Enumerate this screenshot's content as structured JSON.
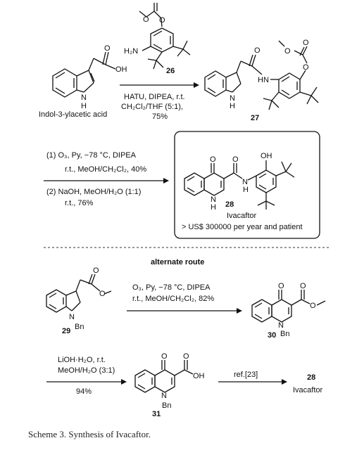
{
  "compounds": {
    "indole_acid_label": "Indol-3-ylacetic acid",
    "c26": "26",
    "c27": "27",
    "c28": "28",
    "c29": "29",
    "c30": "30",
    "c31": "31",
    "c28_final": "28"
  },
  "atoms": {
    "OH": "OH",
    "O": "O",
    "N": "N",
    "H": "H",
    "H2N": "H₂N",
    "HN": "HN",
    "Bn": "Bn"
  },
  "step1": {
    "line1": "HATU, DIPEA, r.t.",
    "line2": "CH₂Cl₂/THF (5:1),",
    "line3": "75%"
  },
  "step2": {
    "line1": "(1) O₃, Py, −78 °C, DIPEA",
    "line2": "r.t., MeOH/CH₂Cl₂, 40%",
    "line3": "(2) NaOH, MeOH/H₂O (1:1)",
    "line4": "r.t., 76%"
  },
  "ivacaftor_box": {
    "name": "Ivacaftor",
    "price": "> US$ 300000 per year and patient"
  },
  "alternate_route": "alternate route",
  "step3": {
    "line1": "O₃, Py, −78 °C, DIPEA",
    "line2": "r.t., MeOH/CH₂Cl₂, 82%"
  },
  "step4": {
    "line1": "LiOH·H₂O, r.t.",
    "line2": "MeOH/H₂O (3:1)",
    "line3": "94%"
  },
  "step5": {
    "ref": "ref.[23]"
  },
  "final_label": "Ivacaftor",
  "caption": "Scheme 3. Synthesis of Ivacaftor."
}
